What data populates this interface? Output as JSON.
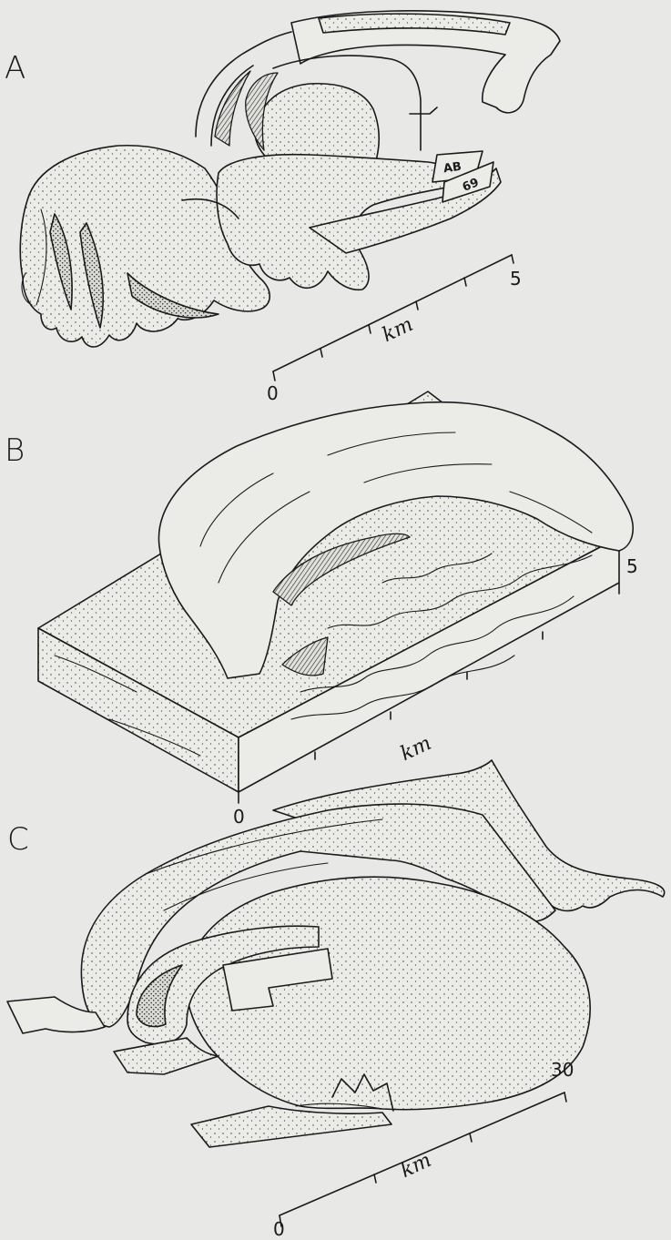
{
  "panels": {
    "a": {
      "label": "A",
      "tag_top": "AB",
      "tag_bottom": "69",
      "scale_unit": "km",
      "scale_start": "0",
      "scale_end": "5"
    },
    "b": {
      "label": "B",
      "scale_unit": "km",
      "scale_start": "0",
      "scale_end": "5"
    },
    "c": {
      "label": "C",
      "scale_unit": "km",
      "scale_start": "0",
      "scale_end": "30"
    }
  },
  "colors": {
    "paper": "#e8e8e6",
    "ink": "#1a1a1a"
  }
}
